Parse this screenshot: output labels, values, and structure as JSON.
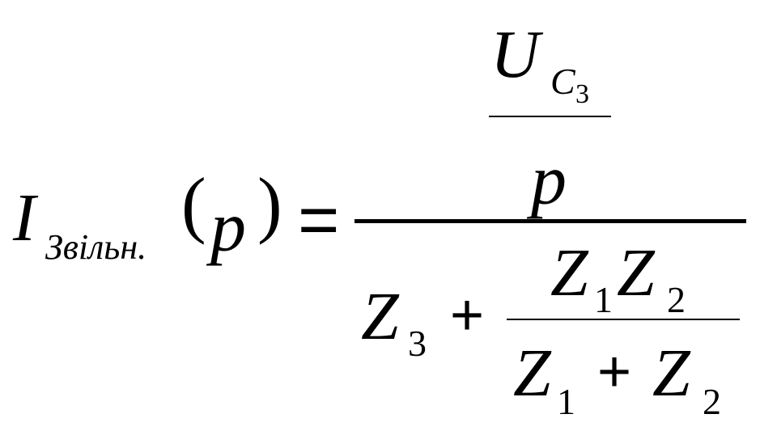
{
  "formula": {
    "lhs": {
      "symbol": "I",
      "subscript": "Звільн.",
      "open_paren": "(",
      "argument": "p",
      "close_paren": ")"
    },
    "equals": "=",
    "rhs": {
      "numerator": {
        "inner_numerator": {
          "symbol": "U",
          "subscript_letter": "C",
          "subscript_index": "3"
        },
        "inner_denominator": "p"
      },
      "denominator": {
        "term1_symbol": "Z",
        "term1_index": "3",
        "plus": "+",
        "fraction": {
          "numerator": {
            "symbol_a": "Z",
            "index_a": "1",
            "symbol_b": "Z",
            "index_b": "2"
          },
          "denominator": {
            "symbol_a": "Z",
            "index_a": "1",
            "plus": "+",
            "symbol_b": "Z",
            "index_b": "2"
          }
        }
      }
    }
  }
}
